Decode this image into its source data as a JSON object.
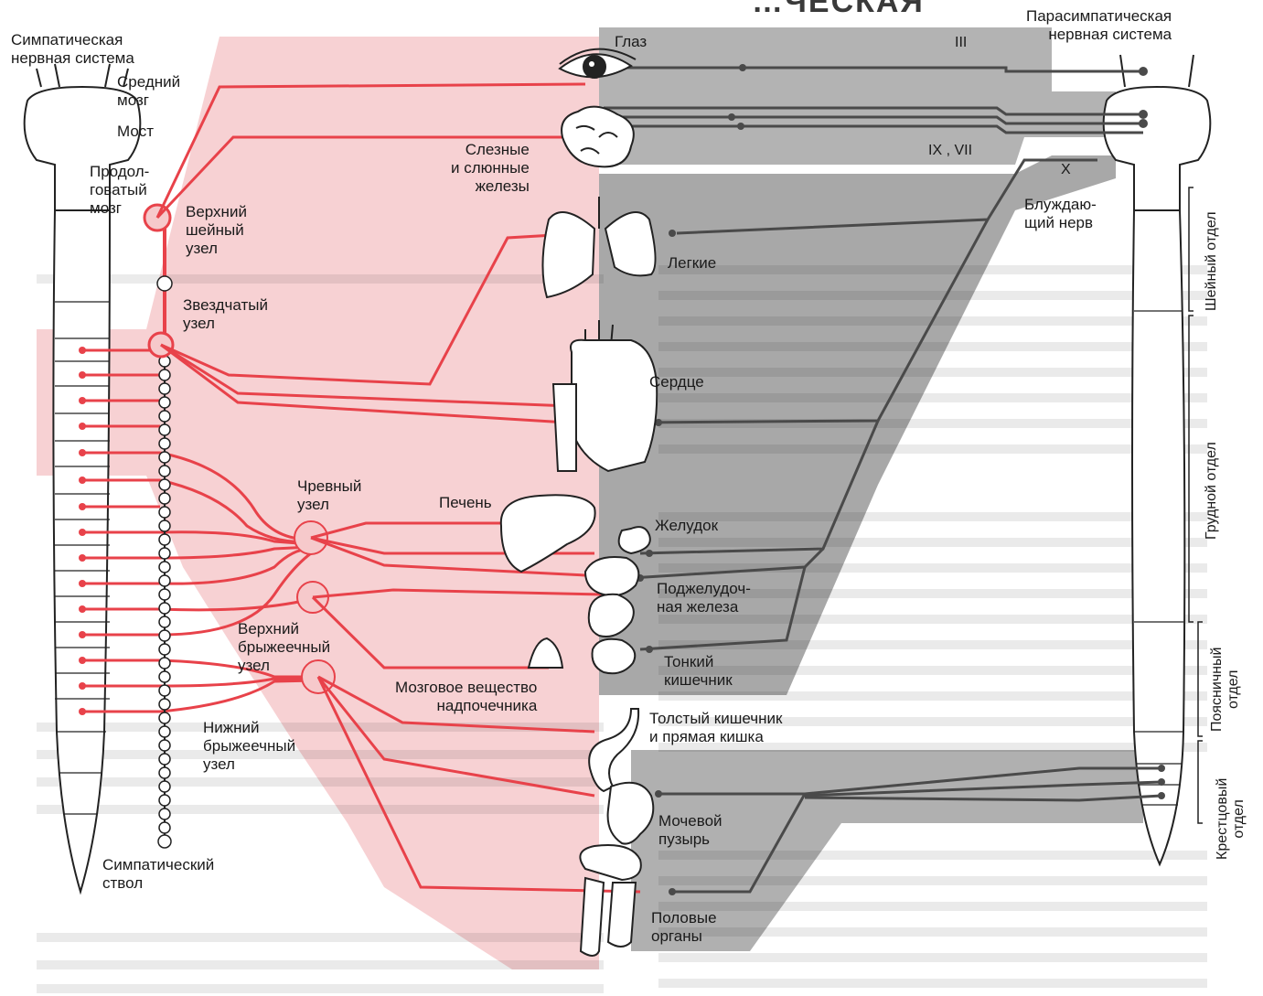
{
  "labels": {
    "sympathetic_system": "Симпатическая\nнервная система",
    "parasympathetic_system": "Парасимпатическая\nнервная система",
    "midbrain": "Средний\nмозг",
    "pons": "Мост",
    "medulla": "Продол-\nговатый\nмозг",
    "superior_cervical_ganglion": "Верхний\nшейный\nузел",
    "stellate_ganglion": "Звездчатый\nузел",
    "celiac_ganglion": "Чревный\nузел",
    "superior_mesenteric_ganglion": "Верхний\nбрыжеечный\nузел",
    "inferior_mesenteric_ganglion": "Нижний\nбрыжеечный\nузел",
    "sympathetic_trunk": "Симпатический\nствол",
    "eye": "Глаз",
    "lacrimal_salivary": "Слезные\nи слюнные\nжелезы",
    "lungs": "Легкие",
    "heart": "Сердце",
    "liver": "Печень",
    "stomach": "Желудок",
    "pancreas": "Поджелудоч-\nная железа",
    "small_intestine": "Тонкий\nкишечник",
    "adrenal_medulla": "Мозговое вещество\nнадпочечника",
    "colon_rectum": "Толстый кишечник\nи прямая кишка",
    "bladder": "Мочевой\nпузырь",
    "genitals": "Половые\nорганы",
    "vagus_nerve": "Блуждаю-\nщий нерв",
    "cranial_III": "III",
    "cranial_IX_VII": "IX , VII",
    "cranial_X": "X",
    "cervical": "Шейный отдел",
    "thoracic": "Грудной отдел",
    "lumbar": "Поясничный\nотдел",
    "sacral": "Крестцовый\nотдел",
    "header_fragment": "…ЧЕСКАЯ"
  },
  "colors": {
    "sympathetic": "#e8424a",
    "sympathetic_band": "#f6c9cb",
    "parasympathetic": "#4a4a4a",
    "parasympathetic_band": "#b3b3b3",
    "outline": "#222222"
  }
}
